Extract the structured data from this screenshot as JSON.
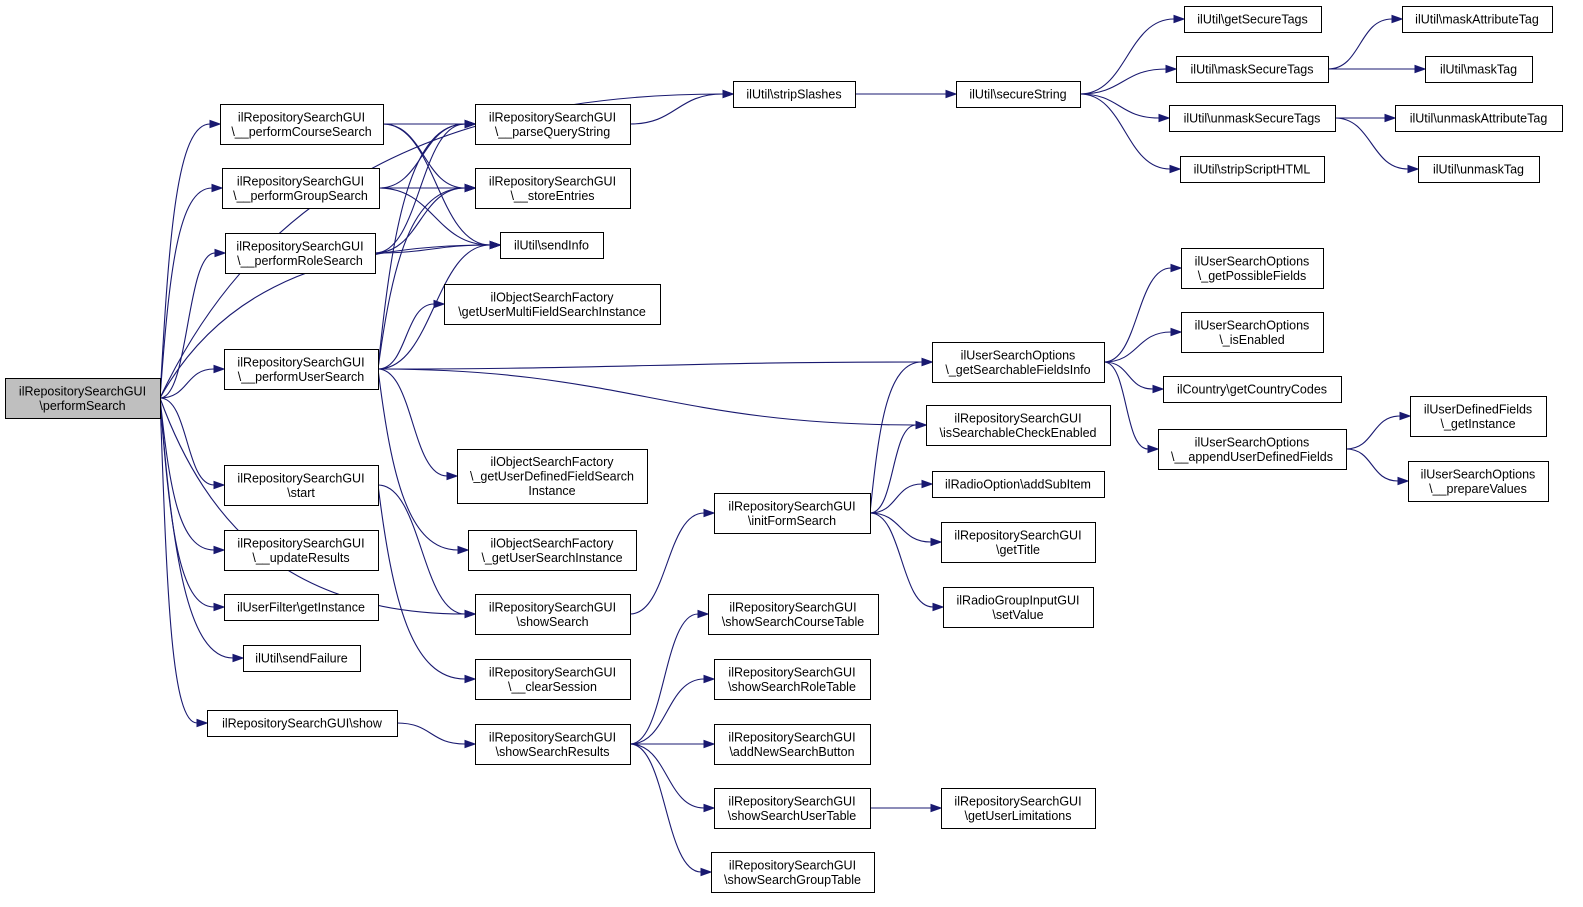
{
  "diagram": {
    "type": "call-graph",
    "colors": {
      "edge": "#191970",
      "root_fill": "#bfbfbf",
      "node_fill": "#ffffff",
      "border": "#000000"
    },
    "nodes": [
      {
        "id": "performSearch",
        "lines": [
          "ilRepositorySearchGUI",
          "\\performSearch"
        ],
        "root": true
      },
      {
        "id": "performCourseSearch",
        "lines": [
          "ilRepositorySearchGUI",
          "\\__performCourseSearch"
        ]
      },
      {
        "id": "performGroupSearch",
        "lines": [
          "ilRepositorySearchGUI",
          "\\__performGroupSearch"
        ]
      },
      {
        "id": "performRoleSearch",
        "lines": [
          "ilRepositorySearchGUI",
          "\\__performRoleSearch"
        ]
      },
      {
        "id": "performUserSearch",
        "lines": [
          "ilRepositorySearchGUI",
          "\\__performUserSearch"
        ]
      },
      {
        "id": "start",
        "lines": [
          "ilRepositorySearchGUI",
          "\\start"
        ]
      },
      {
        "id": "updateResults",
        "lines": [
          "ilRepositorySearchGUI",
          "\\__updateResults"
        ]
      },
      {
        "id": "userFilterGetInstance",
        "lines": [
          "ilUserFilter\\getInstance"
        ]
      },
      {
        "id": "sendFailure",
        "lines": [
          "ilUtil\\sendFailure"
        ]
      },
      {
        "id": "show",
        "lines": [
          "ilRepositorySearchGUI\\show"
        ]
      },
      {
        "id": "parseQueryString",
        "lines": [
          "ilRepositorySearchGUI",
          "\\__parseQueryString"
        ]
      },
      {
        "id": "storeEntries",
        "lines": [
          "ilRepositorySearchGUI",
          "\\__storeEntries"
        ]
      },
      {
        "id": "sendInfo",
        "lines": [
          "ilUtil\\sendInfo"
        ]
      },
      {
        "id": "getUserMultiFieldSearchInstance",
        "lines": [
          "ilObjectSearchFactory",
          "\\getUserMultiFieldSearchInstance"
        ]
      },
      {
        "id": "getUserDefinedFieldSearchInstance",
        "lines": [
          "ilObjectSearchFactory",
          "\\_getUserDefinedFieldSearch",
          "Instance"
        ]
      },
      {
        "id": "getUserSearchInstance",
        "lines": [
          "ilObjectSearchFactory",
          "\\_getUserSearchInstance"
        ]
      },
      {
        "id": "showSearch",
        "lines": [
          "ilRepositorySearchGUI",
          "\\showSearch"
        ]
      },
      {
        "id": "clearSession",
        "lines": [
          "ilRepositorySearchGUI",
          "\\__clearSession"
        ]
      },
      {
        "id": "showSearchResults",
        "lines": [
          "ilRepositorySearchGUI",
          "\\showSearchResults"
        ]
      },
      {
        "id": "stripSlashes",
        "lines": [
          "ilUtil\\stripSlashes"
        ]
      },
      {
        "id": "secureString",
        "lines": [
          "ilUtil\\secureString"
        ]
      },
      {
        "id": "getSecureTags",
        "lines": [
          "ilUtil\\getSecureTags"
        ]
      },
      {
        "id": "maskSecureTags",
        "lines": [
          "ilUtil\\maskSecureTags"
        ]
      },
      {
        "id": "unmaskSecureTags",
        "lines": [
          "ilUtil\\unmaskSecureTags"
        ]
      },
      {
        "id": "stripScriptHTML",
        "lines": [
          "ilUtil\\stripScriptHTML"
        ]
      },
      {
        "id": "maskAttributeTag",
        "lines": [
          "ilUtil\\maskAttributeTag"
        ]
      },
      {
        "id": "maskTag",
        "lines": [
          "ilUtil\\maskTag"
        ]
      },
      {
        "id": "unmaskAttributeTag",
        "lines": [
          "ilUtil\\unmaskAttributeTag"
        ]
      },
      {
        "id": "unmaskTag",
        "lines": [
          "ilUtil\\unmaskTag"
        ]
      },
      {
        "id": "getSearchableFieldsInfo",
        "lines": [
          "ilUserSearchOptions",
          "\\_getSearchableFieldsInfo"
        ]
      },
      {
        "id": "isSearchableCheckEnabled",
        "lines": [
          "ilRepositorySearchGUI",
          "\\isSearchableCheckEnabled"
        ]
      },
      {
        "id": "initFormSearch",
        "lines": [
          "ilRepositorySearchGUI",
          "\\initFormSearch"
        ]
      },
      {
        "id": "addSubItem",
        "lines": [
          "ilRadioOption\\addSubItem"
        ]
      },
      {
        "id": "getTitle",
        "lines": [
          "ilRepositorySearchGUI",
          "\\getTitle"
        ]
      },
      {
        "id": "setValue",
        "lines": [
          "ilRadioGroupInputGUI",
          "\\setValue"
        ]
      },
      {
        "id": "getPossibleFields",
        "lines": [
          "ilUserSearchOptions",
          "\\_getPossibleFields"
        ]
      },
      {
        "id": "isEnabled",
        "lines": [
          "ilUserSearchOptions",
          "\\_isEnabled"
        ]
      },
      {
        "id": "getCountryCodes",
        "lines": [
          "ilCountry\\getCountryCodes"
        ]
      },
      {
        "id": "appendUserDefinedFields",
        "lines": [
          "ilUserSearchOptions",
          "\\__appendUserDefinedFields"
        ]
      },
      {
        "id": "udfGetInstance",
        "lines": [
          "ilUserDefinedFields",
          "\\_getInstance"
        ]
      },
      {
        "id": "prepareValues",
        "lines": [
          "ilUserSearchOptions",
          "\\__prepareValues"
        ]
      },
      {
        "id": "showSearchCourseTable",
        "lines": [
          "ilRepositorySearchGUI",
          "\\showSearchCourseTable"
        ]
      },
      {
        "id": "showSearchRoleTable",
        "lines": [
          "ilRepositorySearchGUI",
          "\\showSearchRoleTable"
        ]
      },
      {
        "id": "addNewSearchButton",
        "lines": [
          "ilRepositorySearchGUI",
          "\\addNewSearchButton"
        ]
      },
      {
        "id": "showSearchUserTable",
        "lines": [
          "ilRepositorySearchGUI",
          "\\showSearchUserTable"
        ]
      },
      {
        "id": "showSearchGroupTable",
        "lines": [
          "ilRepositorySearchGUI",
          "\\showSearchGroupTable"
        ]
      },
      {
        "id": "getUserLimitations",
        "lines": [
          "ilRepositorySearchGUI",
          "\\getUserLimitations"
        ]
      }
    ],
    "edges": [
      [
        "performSearch",
        "stripSlashes"
      ],
      [
        "performSearch",
        "performCourseSearch"
      ],
      [
        "performSearch",
        "performGroupSearch"
      ],
      [
        "performSearch",
        "performRoleSearch"
      ],
      [
        "performSearch",
        "sendInfo"
      ],
      [
        "performSearch",
        "performUserSearch"
      ],
      [
        "performSearch",
        "showSearch"
      ],
      [
        "performSearch",
        "start"
      ],
      [
        "performSearch",
        "updateResults"
      ],
      [
        "performSearch",
        "userFilterGetInstance"
      ],
      [
        "performSearch",
        "sendFailure"
      ],
      [
        "performSearch",
        "show"
      ],
      [
        "performCourseSearch",
        "parseQueryString"
      ],
      [
        "performCourseSearch",
        "storeEntries"
      ],
      [
        "performCourseSearch",
        "sendInfo"
      ],
      [
        "performGroupSearch",
        "parseQueryString"
      ],
      [
        "performGroupSearch",
        "storeEntries"
      ],
      [
        "performGroupSearch",
        "sendInfo"
      ],
      [
        "performRoleSearch",
        "parseQueryString"
      ],
      [
        "performRoleSearch",
        "storeEntries"
      ],
      [
        "performRoleSearch",
        "sendInfo"
      ],
      [
        "performUserSearch",
        "parseQueryString"
      ],
      [
        "performUserSearch",
        "storeEntries"
      ],
      [
        "performUserSearch",
        "sendInfo"
      ],
      [
        "performUserSearch",
        "getUserMultiFieldSearchInstance"
      ],
      [
        "performUserSearch",
        "getSearchableFieldsInfo"
      ],
      [
        "performUserSearch",
        "isSearchableCheckEnabled"
      ],
      [
        "performUserSearch",
        "getUserDefinedFieldSearchInstance"
      ],
      [
        "performUserSearch",
        "getUserSearchInstance"
      ],
      [
        "start",
        "showSearch"
      ],
      [
        "start",
        "clearSession"
      ],
      [
        "show",
        "showSearchResults"
      ],
      [
        "parseQueryString",
        "stripSlashes"
      ],
      [
        "stripSlashes",
        "secureString"
      ],
      [
        "secureString",
        "getSecureTags"
      ],
      [
        "secureString",
        "maskSecureTags"
      ],
      [
        "secureString",
        "unmaskSecureTags"
      ],
      [
        "secureString",
        "stripScriptHTML"
      ],
      [
        "maskSecureTags",
        "maskAttributeTag"
      ],
      [
        "maskSecureTags",
        "maskTag"
      ],
      [
        "unmaskSecureTags",
        "unmaskAttributeTag"
      ],
      [
        "unmaskSecureTags",
        "unmaskTag"
      ],
      [
        "showSearch",
        "initFormSearch"
      ],
      [
        "initFormSearch",
        "getSearchableFieldsInfo"
      ],
      [
        "initFormSearch",
        "isSearchableCheckEnabled"
      ],
      [
        "initFormSearch",
        "addSubItem"
      ],
      [
        "initFormSearch",
        "getTitle"
      ],
      [
        "initFormSearch",
        "setValue"
      ],
      [
        "getSearchableFieldsInfo",
        "getPossibleFields"
      ],
      [
        "getSearchableFieldsInfo",
        "isEnabled"
      ],
      [
        "getSearchableFieldsInfo",
        "getCountryCodes"
      ],
      [
        "getSearchableFieldsInfo",
        "appendUserDefinedFields"
      ],
      [
        "appendUserDefinedFields",
        "udfGetInstance"
      ],
      [
        "appendUserDefinedFields",
        "prepareValues"
      ],
      [
        "showSearchResults",
        "showSearchCourseTable"
      ],
      [
        "showSearchResults",
        "showSearchRoleTable"
      ],
      [
        "showSearchResults",
        "addNewSearchButton"
      ],
      [
        "showSearchResults",
        "showSearchUserTable"
      ],
      [
        "showSearchResults",
        "showSearchGroupTable"
      ],
      [
        "showSearchUserTable",
        "getUserLimitations"
      ]
    ]
  }
}
